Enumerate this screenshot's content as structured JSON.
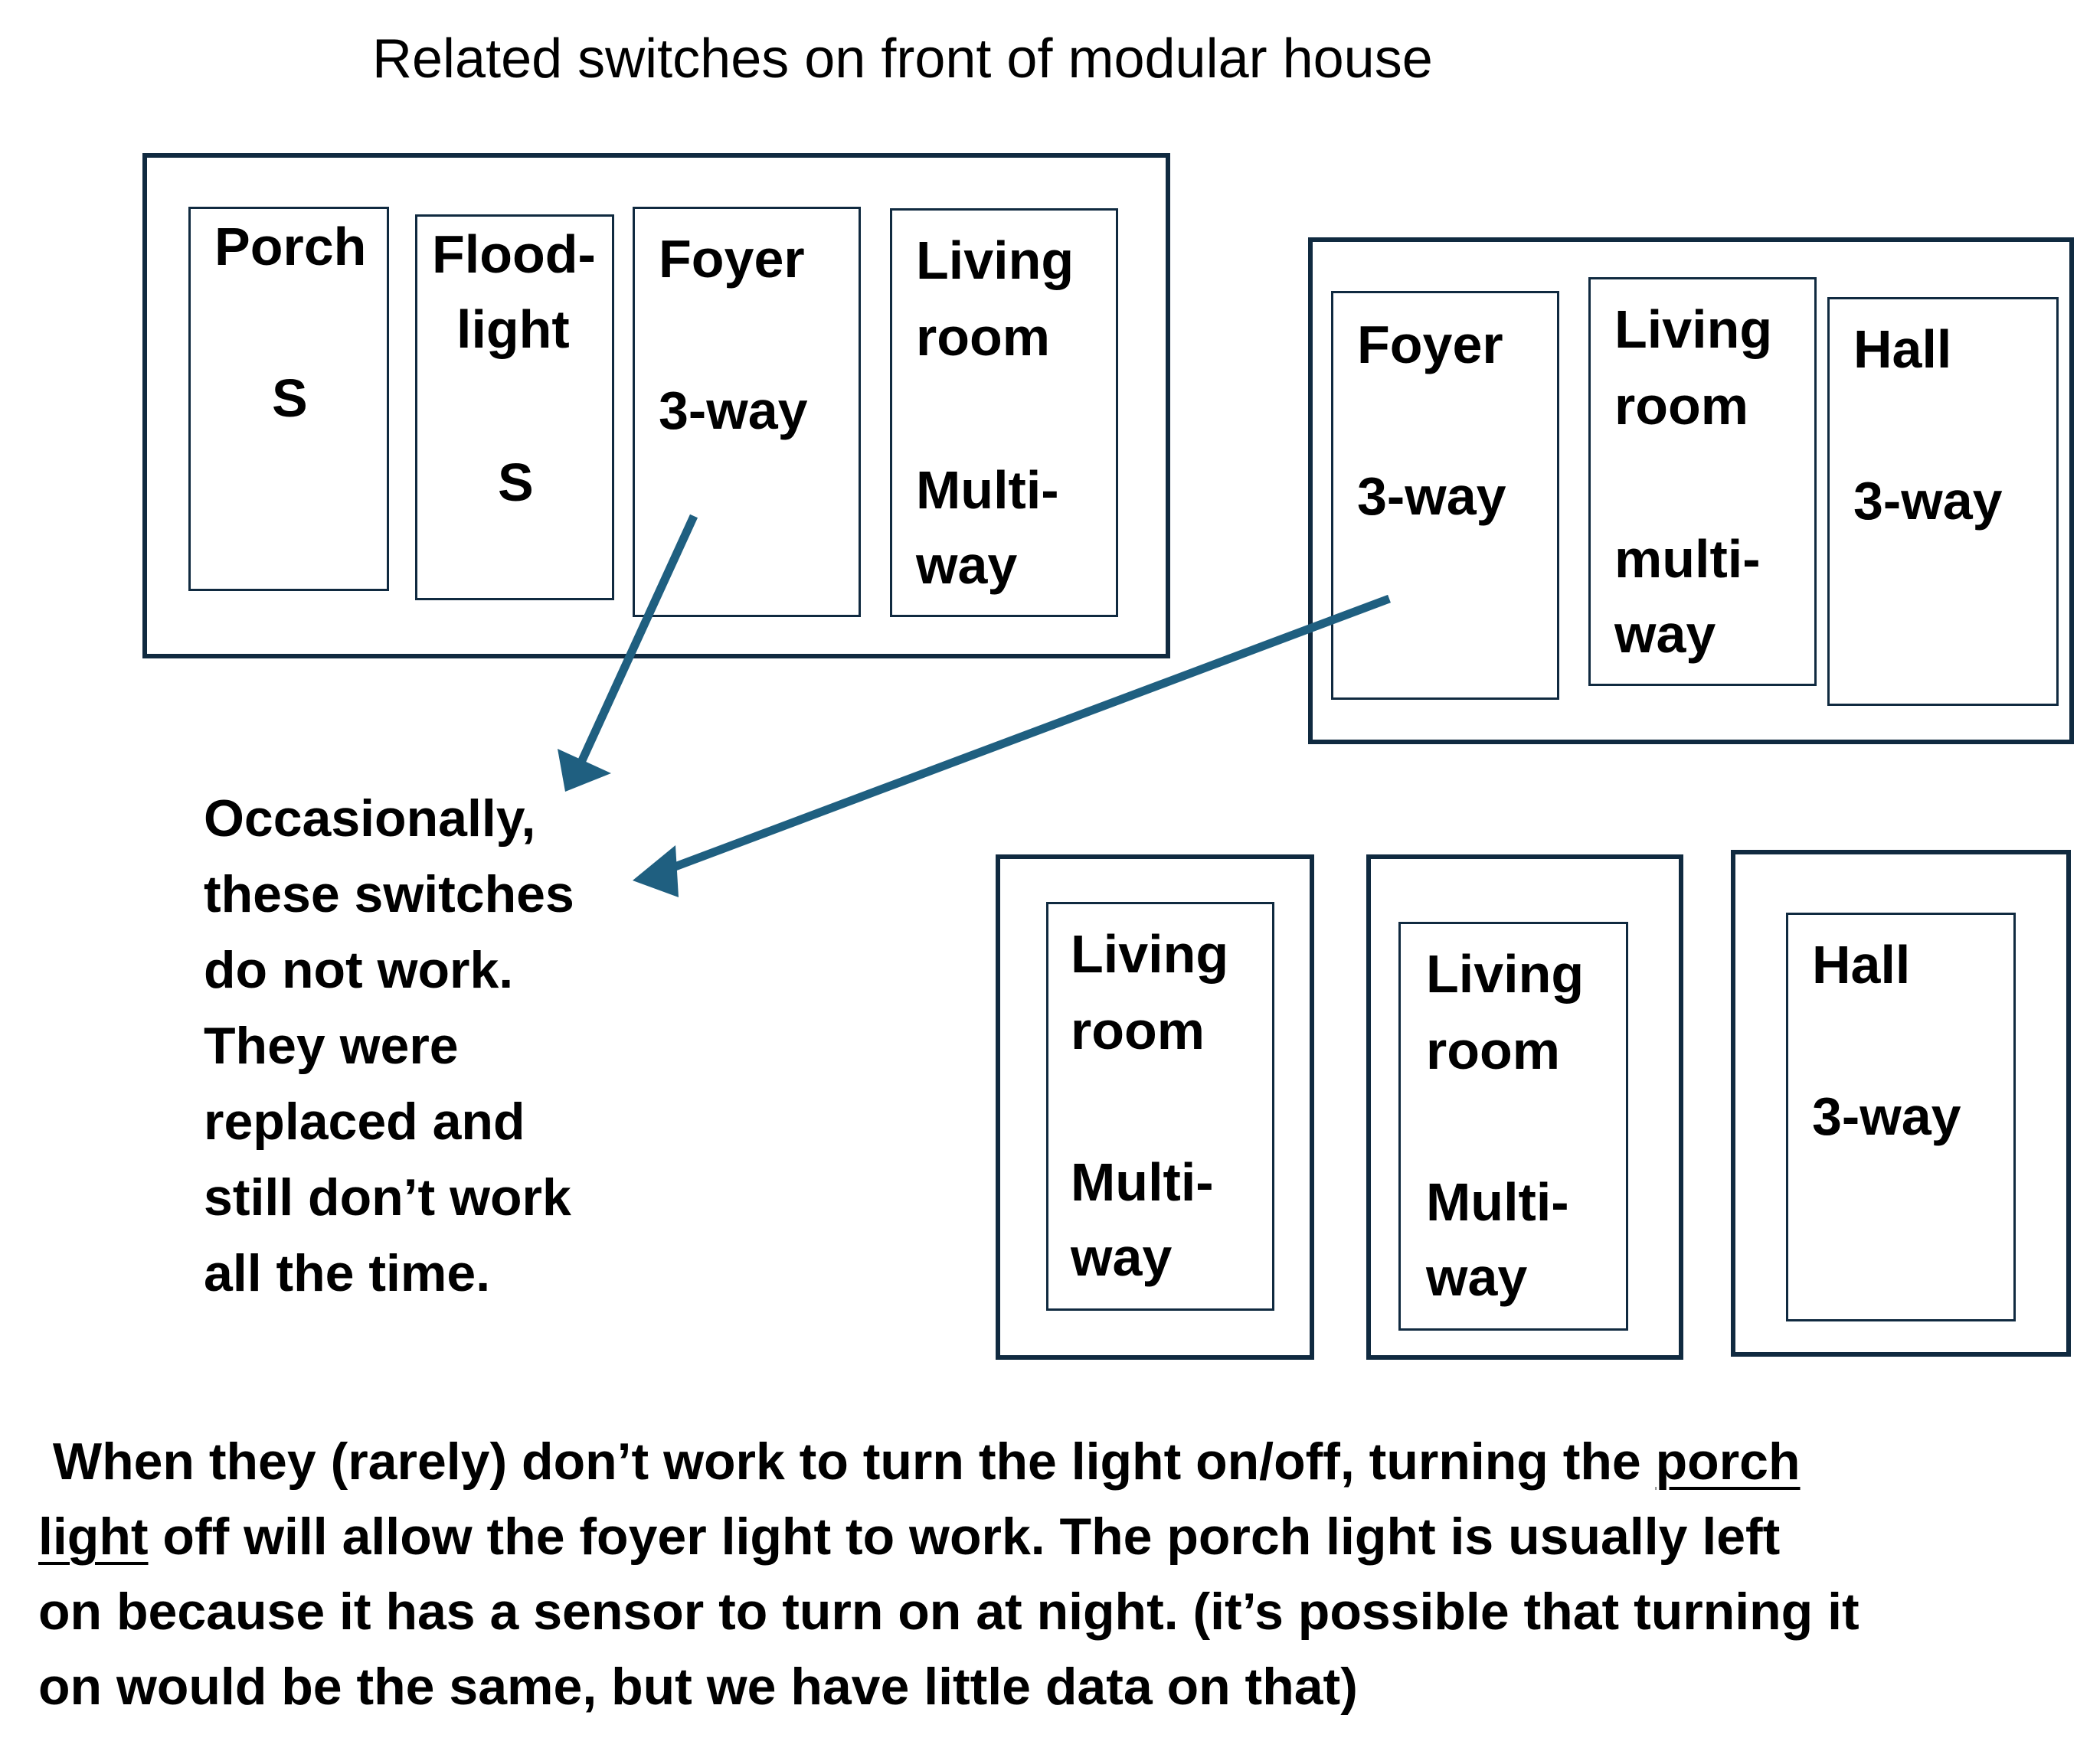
{
  "title": "Related switches on front of modular house",
  "plate1": {
    "porch": {
      "name": "Porch",
      "type": "S"
    },
    "flood": {
      "name1": "Flood-",
      "name2": "light",
      "type": "S"
    },
    "foyer": {
      "name": "Foyer",
      "type": "3-way"
    },
    "living": {
      "name1": "Living",
      "name2": "room",
      "type1": "Multi-",
      "type2": "way"
    }
  },
  "plate2": {
    "foyer": {
      "name": "Foyer",
      "type": "3-way"
    },
    "living": {
      "name1": "Living",
      "name2": "room",
      "type1": "multi-",
      "type2": "way"
    },
    "hall": {
      "name": "Hall",
      "type": "3-way"
    }
  },
  "plate3": {
    "name1": "Living",
    "name2": "room",
    "type1": "Multi-",
    "type2": "way"
  },
  "plate4": {
    "name1": "Living",
    "name2": "room",
    "type1": "Multi-",
    "type2": "way"
  },
  "plate5": {
    "name": "Hall",
    "type": "3-way"
  },
  "note": {
    "lines": [
      "Occasionally,",
      "these switches",
      "do not work.",
      "They were",
      "replaced and",
      "still don’t work",
      "all the time."
    ]
  },
  "bottom": {
    "l1a": " When they (rarely) don’t work to turn the light on/off, turning the ",
    "l1u": "porch",
    "l2u": "light",
    "l2b": " off will allow the foyer light to work. The porch light is usually left",
    "l3": "on because it has a sensor to turn on at night. (it’s possible that turning it",
    "l4": "on would be the same, but we have little data on that)"
  },
  "colors": {
    "frame": "#102a40",
    "arrow": "#1f5f80"
  }
}
